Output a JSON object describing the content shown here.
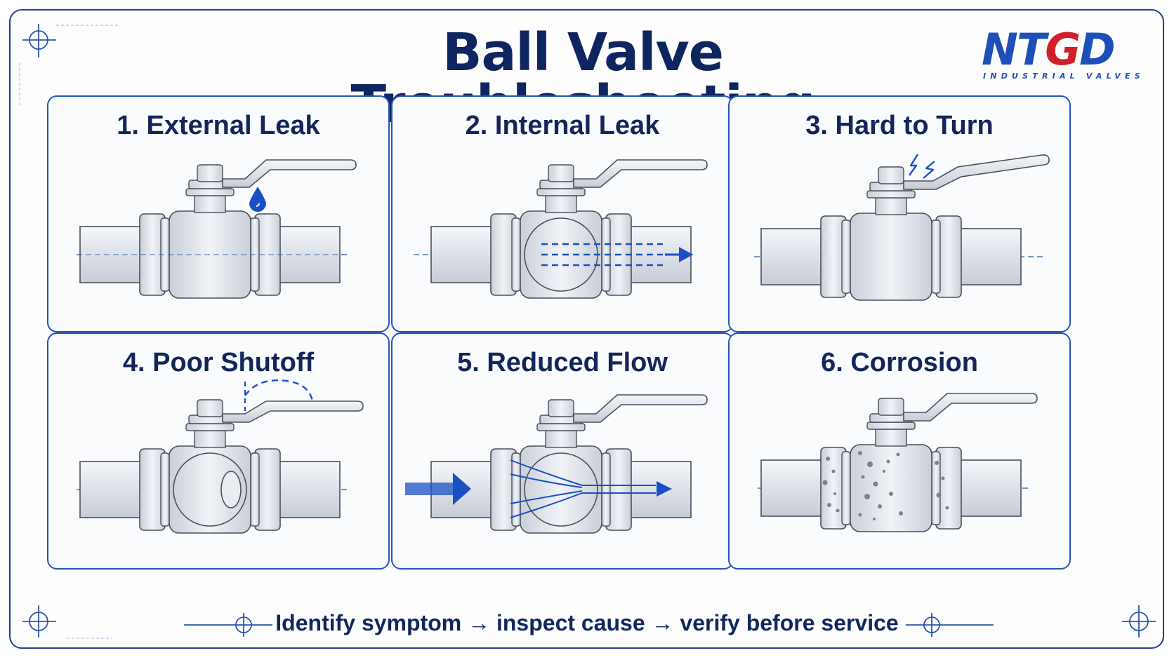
{
  "title": "Ball Valve Troubleshooting",
  "logo": {
    "text_main_a": "NT",
    "text_red": "G",
    "text_main_b": "D",
    "subtitle": "INDUSTRIAL VALVES",
    "brand_color": "#1d4fb8",
    "accent_color": "#d2202a"
  },
  "panels": [
    {
      "label": "1. External Leak",
      "symbol": "water-drop-icon"
    },
    {
      "label": "2. Internal Leak",
      "symbol": "leak-arrow-icon"
    },
    {
      "label": "3. Hard to Turn",
      "symbol": "strain-lightning-icon"
    },
    {
      "label": "4. Poor Shutoff",
      "symbol": "handle-travel-arc-icon"
    },
    {
      "label": "5. Reduced Flow",
      "symbol": "flow-arrow-icon"
    },
    {
      "label": "6. Corrosion",
      "symbol": "corrosion-spots-icon"
    }
  ],
  "footer": "Identify symptom → inspect cause → verify before service",
  "colors": {
    "navy": "#0f2560",
    "blue": "#2556b8",
    "flow_blue": "#1a4fc4",
    "steel": "#d7dce4",
    "outline": "#4a4f58"
  }
}
